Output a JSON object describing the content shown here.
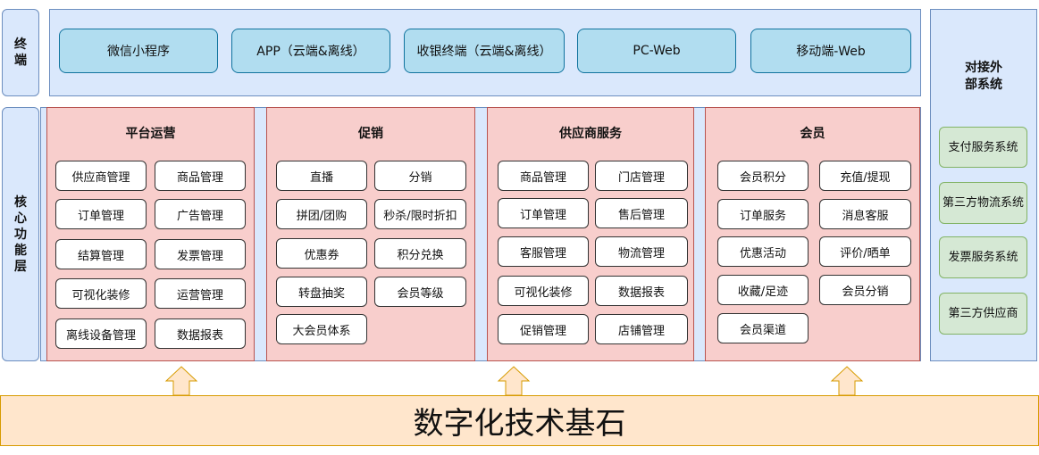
{
  "sidebar": {
    "terminal_label": "终端",
    "core_label": "核心功能层"
  },
  "terminals": [
    "微信小程序",
    "APP（云端&离线）",
    "收银终端（云端&离线）",
    "PC-Web",
    "移动端-Web"
  ],
  "modules": [
    {
      "title": "平台运营",
      "items": [
        "供应商管理",
        "商品管理",
        "订单管理",
        "广告管理",
        "结算管理",
        "发票管理",
        "可视化装修",
        "运营管理",
        "离线设备管理",
        "数据报表"
      ]
    },
    {
      "title": "促销",
      "items": [
        "直播",
        "分销",
        "拼团/团购",
        "秒杀/限时折扣",
        "优惠券",
        "积分兑换",
        "转盘抽奖",
        "会员等级",
        "大会员体系"
      ]
    },
    {
      "title": "供应商服务",
      "items": [
        "商品管理",
        "门店管理",
        "订单管理",
        "售后管理",
        "客服管理",
        "物流管理",
        "可视化装修",
        "数据报表",
        "促销管理",
        "店铺管理"
      ]
    },
    {
      "title": "会员",
      "items": [
        "会员积分",
        "充值/提现",
        "订单服务",
        "消息客服",
        "优惠活动",
        "评价/晒单",
        "收藏/足迹",
        "会员分销",
        "会员渠道"
      ]
    }
  ],
  "external": {
    "title": "对接外部系统",
    "items": [
      "支付服务系统",
      "第三方物流系统",
      "发票服务系统",
      "第三方供应商"
    ]
  },
  "base_label": "数字化技术基石",
  "colors": {
    "terminal_bg": "#dae8fc",
    "core_bg": "#f8cecc",
    "external_bg": "#d5e8d4",
    "base_bg": "#ffe6cc",
    "arrow": "#ffe6cc"
  }
}
